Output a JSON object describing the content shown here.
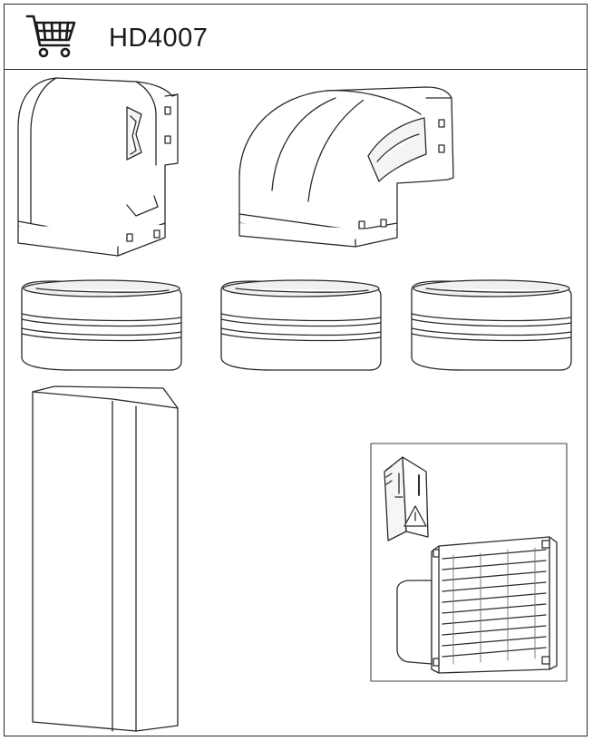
{
  "header": {
    "model_code": "HD4007",
    "cart_icon": "shopping-cart-icon"
  },
  "parts": [
    {
      "name": "vertical-elbow-90",
      "icon": "duct-elbow-vertical-icon"
    },
    {
      "name": "horizontal-elbow-90",
      "icon": "duct-elbow-horizontal-icon"
    },
    {
      "name": "connector-1",
      "icon": "duct-connector-icon"
    },
    {
      "name": "connector-2",
      "icon": "duct-connector-icon"
    },
    {
      "name": "connector-3",
      "icon": "duct-connector-icon"
    },
    {
      "name": "straight-duct",
      "icon": "duct-straight-icon"
    },
    {
      "name": "instruction-manual",
      "icon": "manual-booklet-icon"
    },
    {
      "name": "wall-grille-adapter",
      "icon": "grille-adapter-icon"
    }
  ],
  "colors": {
    "line": "#2a2a2a",
    "fill": "#ffffff",
    "shade": "#ececec"
  }
}
